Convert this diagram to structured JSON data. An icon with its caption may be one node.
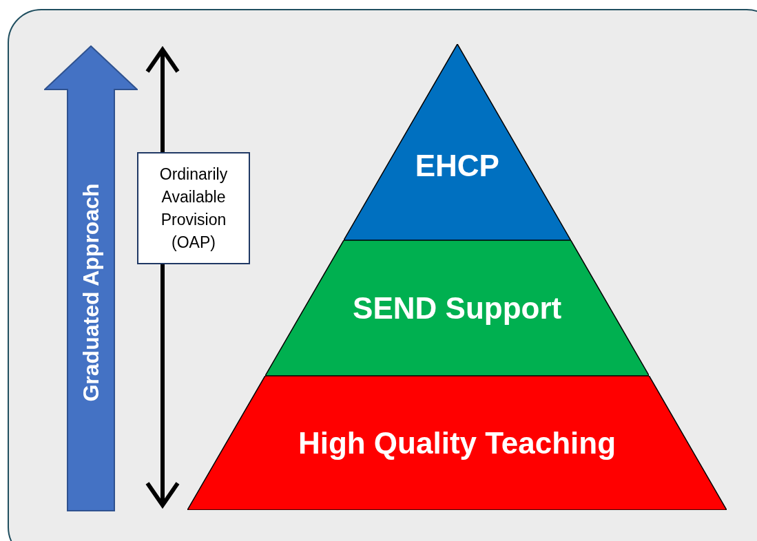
{
  "diagram": {
    "nodes": [
      {
        "text": [
          "Graduated Approach"
        ]
      },
      {
        "text": [
          "Ordinarily Available Provision (OAP)"
        ]
      },
      {
        "text": [
          "EHCP"
        ]
      },
      {
        "text": [
          "SEND Support"
        ]
      },
      {
        "text": [
          "High Quality Teaching"
        ]
      }
    ]
  }
}
